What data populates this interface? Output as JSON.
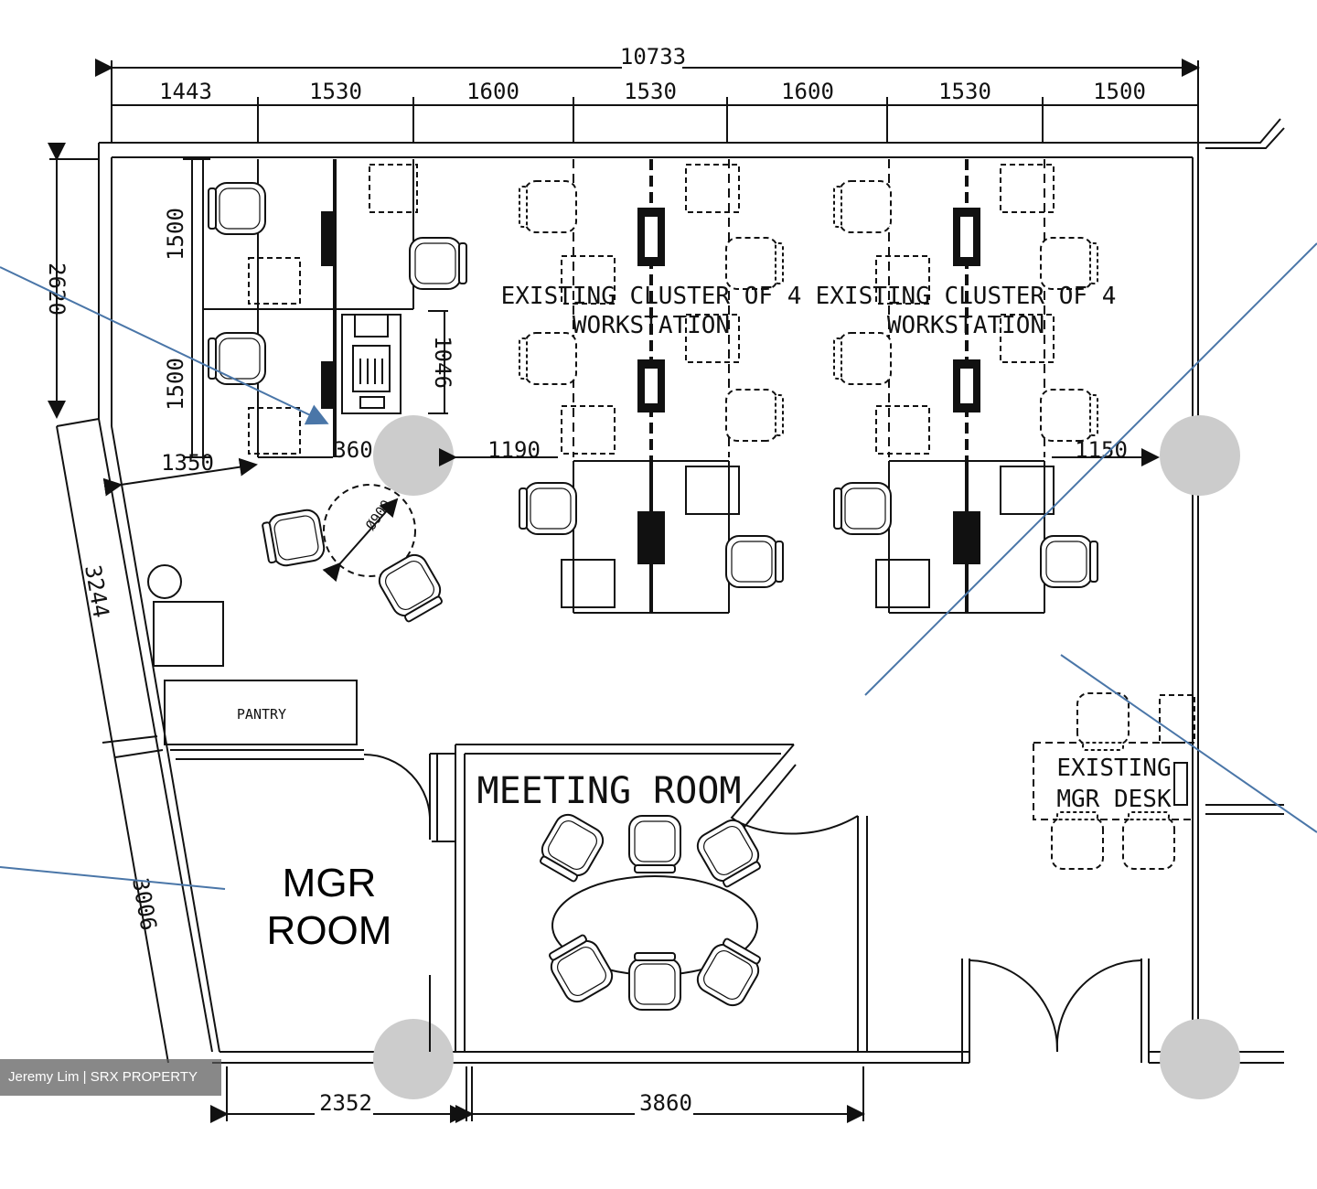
{
  "dimensions": {
    "overall_width": "10733",
    "top_segments": [
      "1443",
      "1530",
      "1600",
      "1530",
      "1600",
      "1530",
      "1500"
    ],
    "left_height": "2620",
    "bay_1": "1500",
    "bay_2": "1500",
    "cabinet": "1046",
    "offset_1350": "1350",
    "offset_360": "360",
    "span_1190": "1190",
    "span_1150": "1150",
    "diagonal_upper": "3244",
    "diagonal_lower": "3006",
    "table_diameter": "Ø900",
    "bottom_left": "2352",
    "bottom_right": "3860"
  },
  "labels": {
    "cluster_line1": "EXISTING CLUSTER OF 4",
    "cluster_line2": "WORKSTATION",
    "cluster2_line1": "EXISTING CLUSTER OF 4",
    "cluster2_line2": "WORKSTATION",
    "meeting_room": "MEETING ROOM",
    "pantry": "PANTRY",
    "mgr_desk_line1": "EXISTING",
    "mgr_desk_line2": "MGR DESK",
    "mgr_room_line1": "MGR",
    "mgr_room_line2": "ROOM"
  },
  "watermark": "Jeremy Lim | SRX PROPERTY",
  "colors": {
    "line": "#111111",
    "column": "#cccccc",
    "arrow": "#4a76a8",
    "watermark_bg": "#5a5a5a"
  }
}
